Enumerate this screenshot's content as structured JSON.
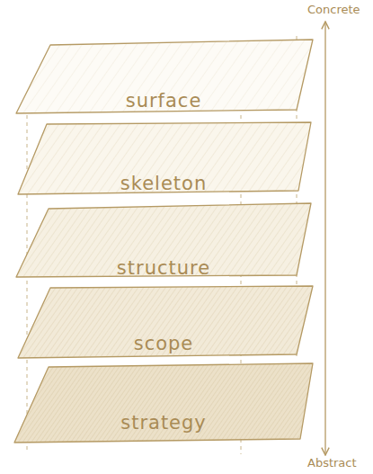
{
  "diagram": {
    "nodes": [
      {
        "text": [
          "surface"
        ]
      },
      {
        "text": [
          "skeleton"
        ]
      },
      {
        "text": [
          "structure"
        ]
      },
      {
        "text": [
          "scope"
        ]
      },
      {
        "text": [
          "strategy"
        ]
      }
    ],
    "labels": [
      "Concrete",
      "Abstract"
    ]
  }
}
